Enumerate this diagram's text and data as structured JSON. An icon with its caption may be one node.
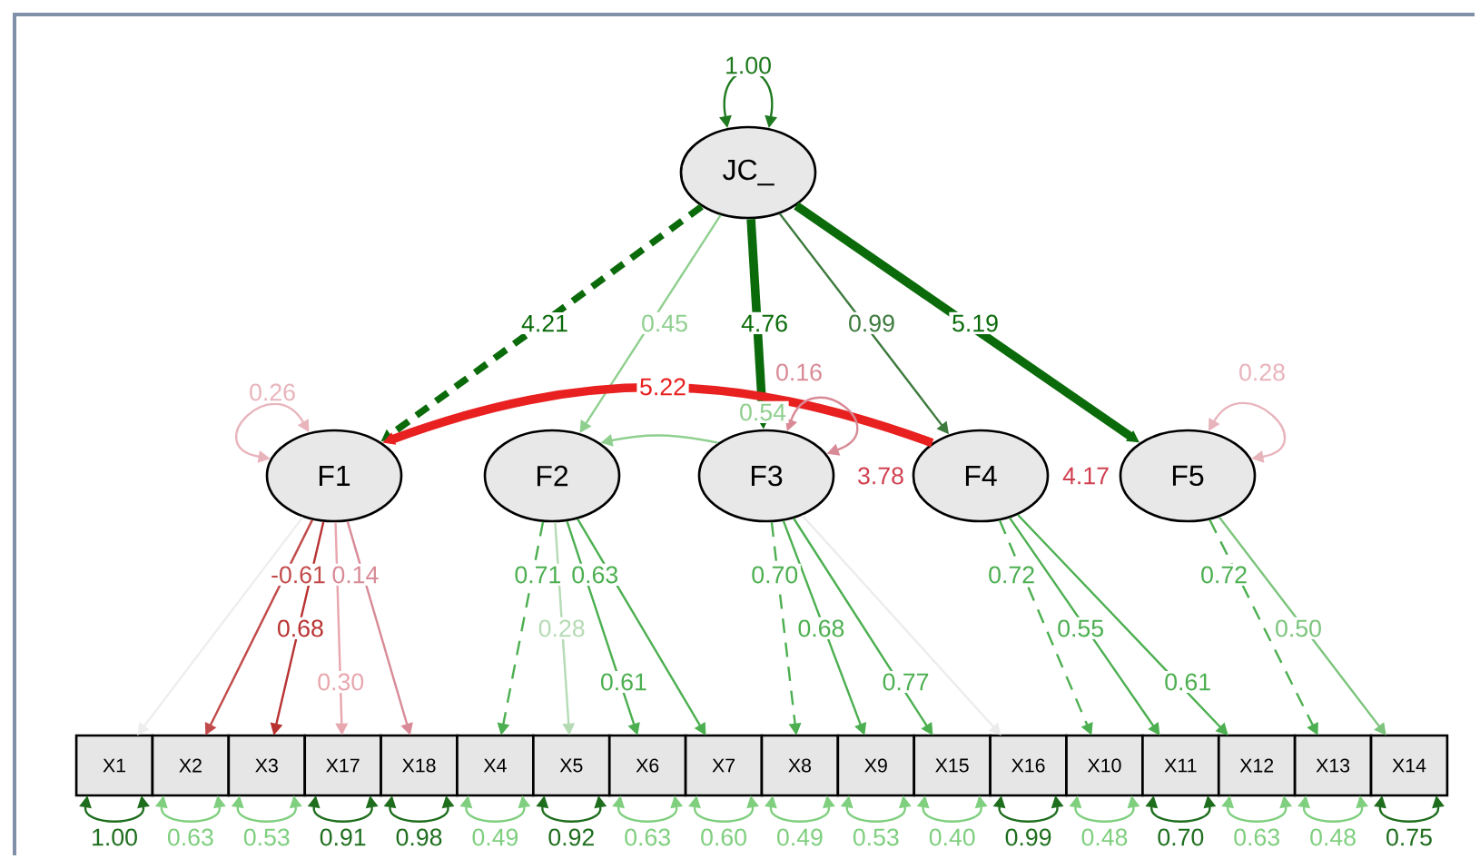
{
  "diagram": {
    "nodes": [
      {
        "text": [
          "JC_"
        ]
      },
      {
        "text": [
          "F1"
        ]
      },
      {
        "text": [
          "F2"
        ]
      },
      {
        "text": [
          "F3"
        ]
      },
      {
        "text": [
          "F4"
        ]
      },
      {
        "text": [
          "F5"
        ]
      },
      {
        "text": [
          "X1"
        ]
      },
      {
        "text": [
          "X2"
        ]
      },
      {
        "text": [
          "X3"
        ]
      },
      {
        "text": [
          "X17"
        ]
      },
      {
        "text": [
          "X18"
        ]
      },
      {
        "text": [
          "X4"
        ]
      },
      {
        "text": [
          "X5"
        ]
      },
      {
        "text": [
          "X6"
        ]
      },
      {
        "text": [
          "X7"
        ]
      },
      {
        "text": [
          "X8"
        ]
      },
      {
        "text": [
          "X9"
        ]
      },
      {
        "text": [
          "X15"
        ]
      },
      {
        "text": [
          "X16"
        ]
      },
      {
        "text": [
          "X10"
        ]
      },
      {
        "text": [
          "X11"
        ]
      },
      {
        "text": [
          "X12"
        ]
      },
      {
        "text": [
          "X13"
        ]
      },
      {
        "text": [
          "X14"
        ]
      }
    ],
    "edges": [
      {
        "from": 0,
        "to": 1,
        "arrow": "to",
        "label": "4.21",
        "style": "dashed",
        "color": "#0b6b0b"
      },
      {
        "from": 0,
        "to": 2,
        "arrow": "to",
        "label": "0.45",
        "color": "#8fcf8f"
      },
      {
        "from": 0,
        "to": 3,
        "arrow": "to",
        "label": "4.76",
        "style": "thick",
        "color": "#0b6b0b"
      },
      {
        "from": 0,
        "to": 4,
        "arrow": "to",
        "label": "0.99",
        "color": "#3d7a3d"
      },
      {
        "from": 0,
        "to": 5,
        "arrow": "to",
        "label": "5.19",
        "style": "thick",
        "color": "#0b6b0b"
      },
      {
        "from": 4,
        "to": 1,
        "arrow": "to",
        "label": "5.22",
        "style": "thick",
        "color": "#e82020"
      },
      {
        "from": 3,
        "to": 2,
        "arrow": "to",
        "label": "0.54",
        "color": "#8fcf8f"
      },
      {
        "from": 0,
        "to": 0,
        "arrow": "both",
        "label": "1.00",
        "color": "#1f7a1f"
      },
      {
        "from": 1,
        "to": 1,
        "arrow": "both",
        "label": "0.26",
        "color": "#e8b4bc"
      },
      {
        "from": 3,
        "to": 3,
        "arrow": "both",
        "label": "0.16",
        "color": "#d88a96"
      },
      {
        "from": 5,
        "to": 5,
        "arrow": "both",
        "label": "0.28",
        "color": "#e8b4bc"
      },
      {
        "from": 1,
        "to": 6,
        "arrow": "to",
        "color": "#eeeeee"
      },
      {
        "from": 1,
        "to": 7,
        "arrow": "to",
        "label": "-0.61",
        "color": "#c24a4a"
      },
      {
        "from": 1,
        "to": 8,
        "arrow": "to",
        "label": "0.68",
        "color": "#b83232"
      },
      {
        "from": 1,
        "to": 9,
        "arrow": "to",
        "label": "0.30",
        "color": "#e8a6ae"
      },
      {
        "from": 1,
        "to": 10,
        "arrow": "to",
        "label": "0.14",
        "color": "#d88a96"
      },
      {
        "from": 2,
        "to": 11,
        "arrow": "to",
        "label": "0.71",
        "style": "dashed"
      },
      {
        "from": 2,
        "to": 12,
        "arrow": "to",
        "label": "0.28",
        "color": "#b5dbb5"
      },
      {
        "from": 2,
        "to": 13,
        "arrow": "to",
        "label": "0.61"
      },
      {
        "from": 2,
        "to": 14,
        "arrow": "to",
        "label": "0.63"
      },
      {
        "from": 3,
        "to": 15,
        "arrow": "to",
        "label": "0.70",
        "style": "dashed"
      },
      {
        "from": 3,
        "to": 16,
        "arrow": "to",
        "label": "0.68"
      },
      {
        "from": 3,
        "to": 17,
        "arrow": "to",
        "label": "0.77"
      },
      {
        "from": 3,
        "to": 18,
        "arrow": "to",
        "color": "#ececec"
      },
      {
        "from": 4,
        "to": 19,
        "arrow": "to",
        "label": "0.72",
        "style": "dashed"
      },
      {
        "from": 4,
        "to": 20,
        "arrow": "to",
        "label": "0.55"
      },
      {
        "from": 4,
        "to": 21,
        "arrow": "to",
        "label": "0.61"
      },
      {
        "from": 5,
        "to": 22,
        "arrow": "to",
        "label": "0.72",
        "style": "dashed"
      },
      {
        "from": 5,
        "to": 23,
        "arrow": "to",
        "label": "0.50",
        "color": "#7cc47c"
      },
      {
        "from": 6,
        "to": 6,
        "arrow": "both",
        "label": "1.00",
        "color": "#1e6e1e"
      },
      {
        "from": 7,
        "to": 7,
        "arrow": "both",
        "label": "0.63",
        "color": "#7fcf7f"
      },
      {
        "from": 8,
        "to": 8,
        "arrow": "both",
        "label": "0.53",
        "color": "#7fcf7f"
      },
      {
        "from": 9,
        "to": 9,
        "arrow": "both",
        "label": "0.91",
        "color": "#1e6e1e"
      },
      {
        "from": 10,
        "to": 10,
        "arrow": "both",
        "label": "0.98",
        "color": "#1e6e1e"
      },
      {
        "from": 11,
        "to": 11,
        "arrow": "both",
        "label": "0.49",
        "color": "#7fcf7f"
      },
      {
        "from": 12,
        "to": 12,
        "arrow": "both",
        "label": "0.92",
        "color": "#1e6e1e"
      },
      {
        "from": 13,
        "to": 13,
        "arrow": "both",
        "label": "0.63",
        "color": "#7fcf7f"
      },
      {
        "from": 14,
        "to": 14,
        "arrow": "both",
        "label": "0.60",
        "color": "#7fcf7f"
      },
      {
        "from": 15,
        "to": 15,
        "arrow": "both",
        "label": "0.49",
        "color": "#7fcf7f"
      },
      {
        "from": 16,
        "to": 16,
        "arrow": "both",
        "label": "0.53",
        "color": "#7fcf7f"
      },
      {
        "from": 17,
        "to": 17,
        "arrow": "both",
        "label": "0.40",
        "color": "#7fcf7f"
      },
      {
        "from": 18,
        "to": 18,
        "arrow": "both",
        "label": "0.99",
        "color": "#1e6e1e"
      },
      {
        "from": 19,
        "to": 19,
        "arrow": "both",
        "label": "0.48",
        "color": "#7fcf7f"
      },
      {
        "from": 20,
        "to": 20,
        "arrow": "both",
        "label": "0.70",
        "color": "#1e6e1e"
      },
      {
        "from": 21,
        "to": 21,
        "arrow": "both",
        "label": "0.63",
        "color": "#7fcf7f"
      },
      {
        "from": 22,
        "to": 22,
        "arrow": "both",
        "label": "0.48",
        "color": "#7fcf7f"
      },
      {
        "from": 23,
        "to": 23,
        "arrow": "both",
        "label": "0.75",
        "color": "#1e6e1e"
      }
    ],
    "labels": [
      "3.78",
      "4.17"
    ]
  }
}
